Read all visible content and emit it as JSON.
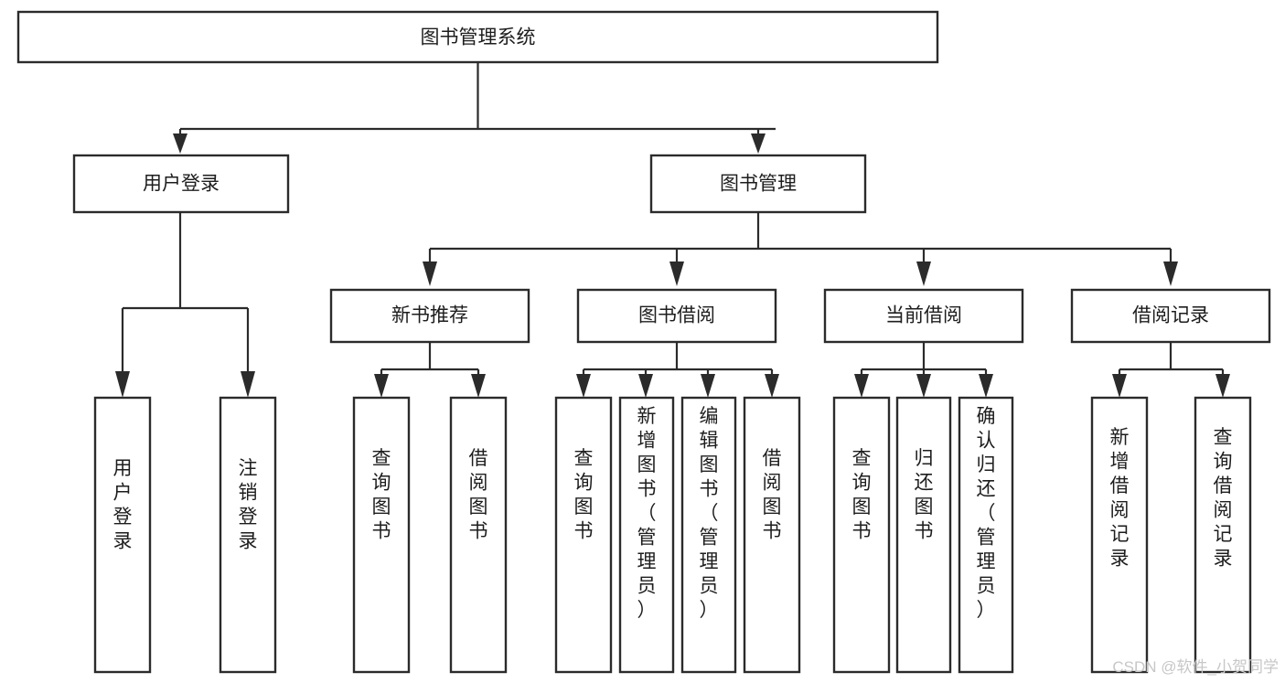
{
  "diagram": {
    "title": "图书管理系统",
    "type": "tree-hierarchy-chart",
    "watermark": "CSDN @软件_小贺同学",
    "root": {
      "id": "root",
      "label": "图书管理系统"
    },
    "level2": [
      {
        "id": "user-login",
        "label": "用户登录"
      },
      {
        "id": "book-management",
        "label": "图书管理"
      }
    ],
    "level3": [
      {
        "id": "new-book-recommend",
        "label": "新书推荐"
      },
      {
        "id": "book-borrow",
        "label": "图书借阅"
      },
      {
        "id": "current-borrow",
        "label": "当前借阅"
      },
      {
        "id": "borrow-record",
        "label": "借阅记录"
      }
    ],
    "leaves": {
      "user_login": [
        {
          "id": "leaf-user-login",
          "label": "用户登录"
        },
        {
          "id": "leaf-logout-login",
          "label": "注销登录"
        }
      ],
      "new_book_recommend": [
        {
          "id": "leaf-query-book-1",
          "label": "查询图书"
        },
        {
          "id": "leaf-borrow-book-1",
          "label": "借阅图书"
        }
      ],
      "book_borrow": [
        {
          "id": "leaf-query-book-2",
          "label": "查询图书"
        },
        {
          "id": "leaf-add-book",
          "label": "新增图书（管理员）"
        },
        {
          "id": "leaf-edit-book",
          "label": "编辑图书（管理员）"
        },
        {
          "id": "leaf-borrow-book-2",
          "label": "借阅图书"
        }
      ],
      "current_borrow": [
        {
          "id": "leaf-query-book-3",
          "label": "查询图书"
        },
        {
          "id": "leaf-return-book",
          "label": "归还图书"
        },
        {
          "id": "leaf-confirm-return",
          "label": "确认归还（管理员）"
        }
      ],
      "borrow_record": [
        {
          "id": "leaf-add-record",
          "label": "新增借阅记录"
        },
        {
          "id": "leaf-query-record",
          "label": "查询借阅记录"
        }
      ]
    },
    "colors": {
      "stroke": "#2b2b2b",
      "fill": "#ffffff",
      "text": "#1d1d1d",
      "watermark": "#c7c7c7"
    }
  }
}
